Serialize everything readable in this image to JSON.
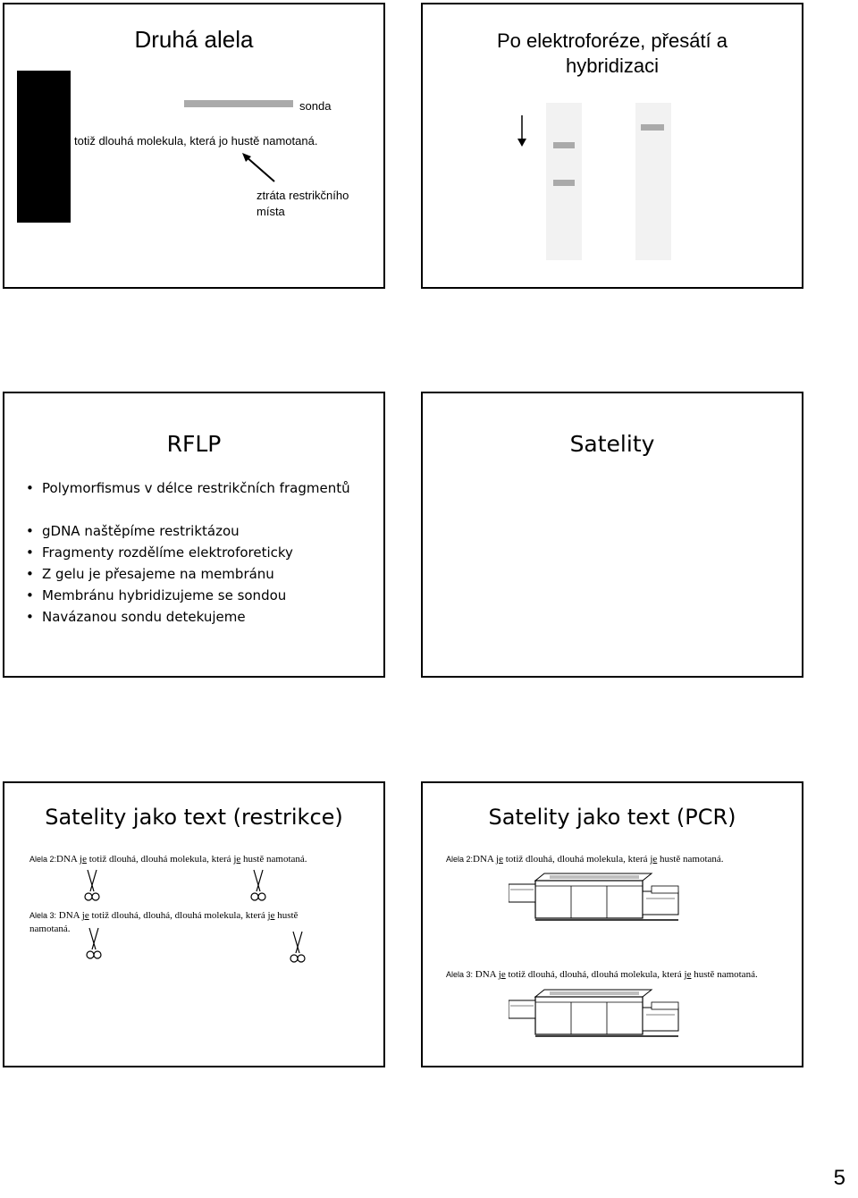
{
  "slides": {
    "s1": {
      "title": "Druhá alela",
      "probe_label": "sonda",
      "molecule_text": "totiž  dlouhá molekula, která jo hustě namotaná.",
      "loss_label_1": "ztráta restrikčního",
      "loss_label_2": "místa"
    },
    "s2": {
      "title_line1": "Po elektroforéze, přesátí a",
      "title_line2": "hybridizaci"
    },
    "s3": {
      "title": "RFLP",
      "bullets": [
        "Polymorfismus v délce restrikčních fragmentů",
        "gDNA naštěpíme restriktázou",
        "Fragmenty rozdělíme elektroforeticky",
        "Z gelu je přesajeme na membránu",
        "Membránu hybridizujeme se sondou",
        "Navázanou sondu detekujeme"
      ]
    },
    "s4": {
      "title": "Satelity"
    },
    "s5": {
      "title": "Satelity jako text (restrikce)",
      "allele2_prefix": "Alela 2:",
      "allele2_pre": "DNA ",
      "allele2_je1": "je",
      "allele2_mid": " totiž  dlouhá, dlouhá molekula, která ",
      "allele2_je2": "je",
      "allele2_post": " hustě namotaná.",
      "allele3_prefix": "Alela 3:",
      "allele3_pre": " DNA ",
      "allele3_je1": "je",
      "allele3_mid": " totiž  dlouhá, dlouhá, dlouhá molekula, která ",
      "allele3_je2": "je",
      "allele3_post": " hustě",
      "allele3_line2": "namotaná."
    },
    "s6": {
      "title": "Satelity jako text (PCR)",
      "allele2_prefix": "Alela 2:",
      "allele2_pre": "DNA ",
      "allele2_je1": "je",
      "allele2_mid": " totiž  dlouhá, dlouhá molekula, která ",
      "allele2_je2": "je",
      "allele2_post": " hustě namotaná.",
      "allele3_prefix": "Alela 3:",
      "allele3_pre": " DNA ",
      "allele3_je1": "je",
      "allele3_mid": " totiž  dlouhá, dlouhá, dlouhá molekula, která ",
      "allele3_je2": "je",
      "allele3_post": " hustě namotaná."
    }
  },
  "page_number": "5",
  "icons": [
    "down-arrow-icon",
    "scissors-icon",
    "pcr-machine-icon",
    "pointer-arrow-icon"
  ],
  "colors": {
    "band_gray": "#aaaaaa",
    "lane_gray": "#f2f2f2",
    "block_black": "#000000"
  }
}
